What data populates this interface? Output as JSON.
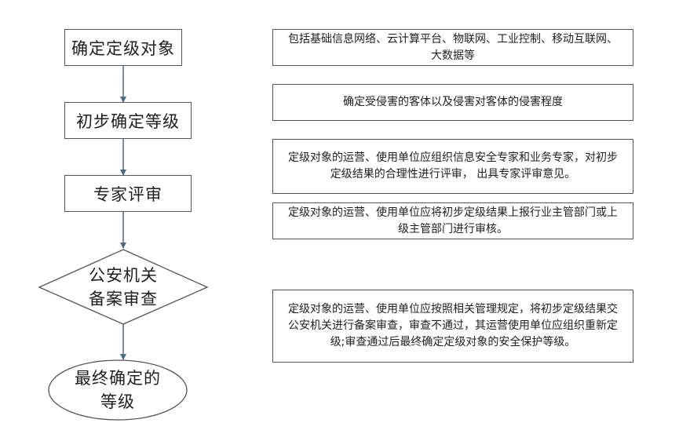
{
  "steps": {
    "s1": "确定定级对象",
    "s2": "初步确定等级",
    "s3": "专家评审",
    "s4_line1": "公安机关",
    "s4_line2": "备案审查",
    "s5_line1": "最终确定的",
    "s5_line2": "等级"
  },
  "notes": {
    "n1": "包括基础信息网络、云计算平台、物联网、工业控制、移动互联网、大数据等",
    "n2": "确定受侵害的客体以及侵害对客体的侵害程度",
    "n3": "定级对象的运营、使用单位应组织信息安全专家和业务专家，对初步定级结果的合理性进行评审， 出具专家评审意见。",
    "n4": "定级对象的运营、使用单位应将初步定级结果上报行业主管部门或上级主管部门进行审核。",
    "n5": "定级对象的运营、使用单位应按照相关管理规定，将初步定级结果交公安机关进行备案审查，审查不通过，其运营使用单位应组织重新定级;审查通过后最终确定定级对象的安全保护等级。"
  },
  "colors": {
    "stroke": "#555555",
    "arrow": "#4a6a8c"
  }
}
